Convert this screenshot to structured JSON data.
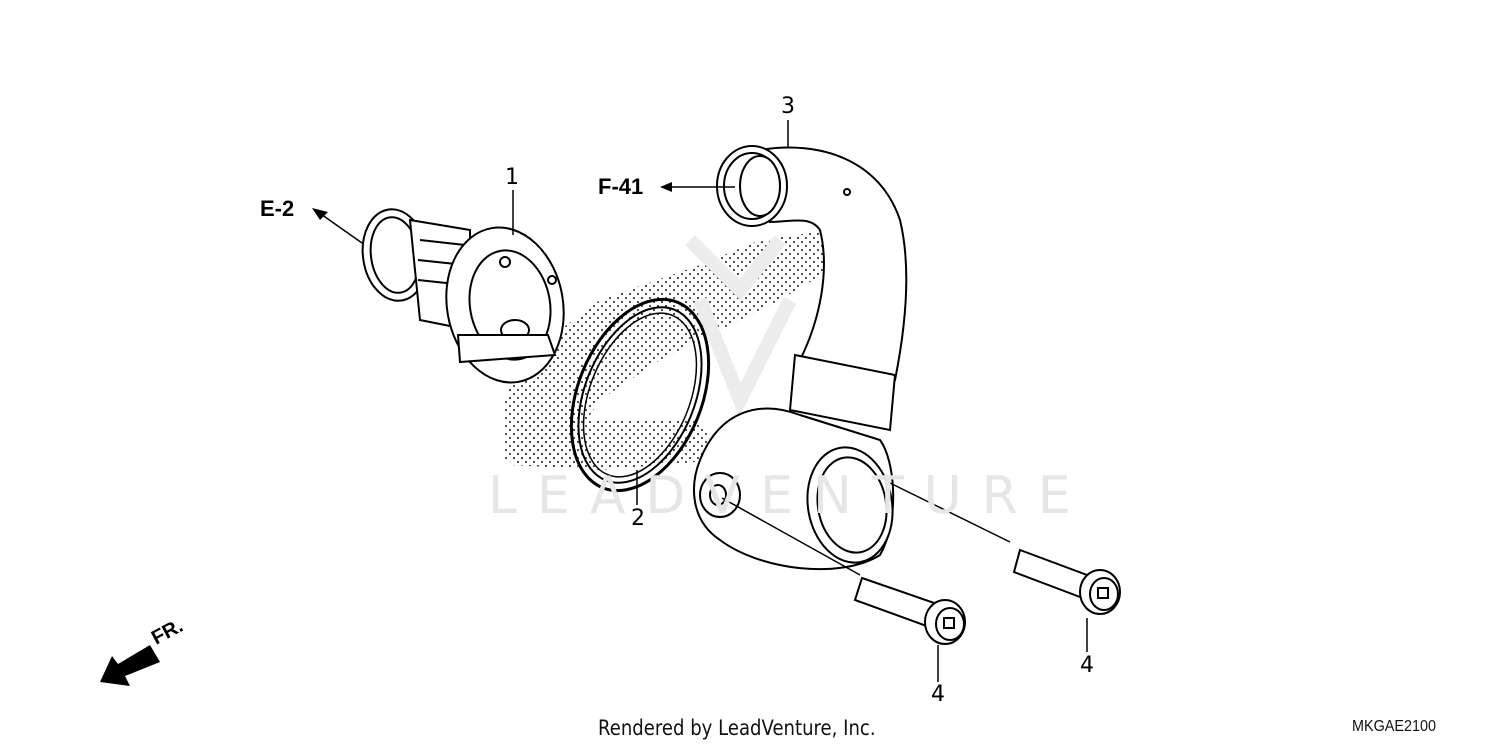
{
  "diagram": {
    "type": "exploded-parts-view",
    "drawing_code": "MKGAE2100",
    "watermark": "LEADVENTURE",
    "footer": "Rendered by LeadVenture, Inc.",
    "direction_indicator": {
      "label": "FR.",
      "meaning": "front direction arrow"
    },
    "references": [
      {
        "label": "E-2",
        "points_to": "thermostat"
      },
      {
        "label": "F-41",
        "points_to": "water-hose-outlet"
      }
    ],
    "parts": [
      {
        "callout": "1",
        "name": "thermostat"
      },
      {
        "callout": "2",
        "name": "o-ring-gasket"
      },
      {
        "callout": "3",
        "name": "thermostat-cover-with-pipe"
      },
      {
        "callout": "4",
        "name": "flange-bolt"
      },
      {
        "callout": "4",
        "name": "flange-bolt"
      }
    ],
    "colors": {
      "line": "#000000",
      "background": "#ffffff",
      "watermark": "#e6e6e6",
      "stipple": "#000000"
    }
  }
}
